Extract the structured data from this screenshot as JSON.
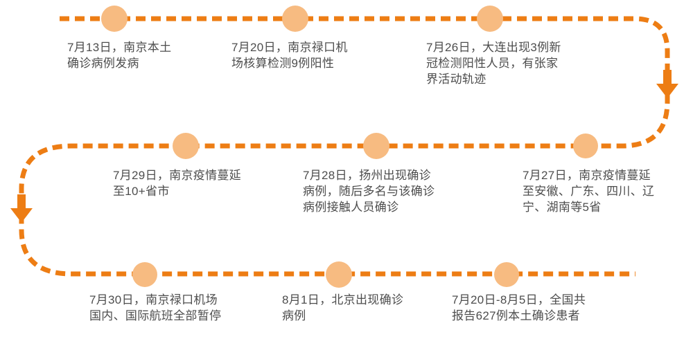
{
  "colors": {
    "line": "#ED7D14",
    "node": "#F7BB81",
    "text": "#4D4D4D",
    "background": "#FFFFFF"
  },
  "timeline": {
    "type": "snake-timeline",
    "events": [
      {
        "text": "7月13日，南京本土\n确诊病例发病"
      },
      {
        "text": "7月20日，南京禄口机\n场核算检测9例阳性"
      },
      {
        "text": "7月26日，大连出现3例新\n冠检测阳性人员，有张家\n界活动轨迹"
      },
      {
        "text": "7月29日，南京疫情蔓延\n至10+省市"
      },
      {
        "text": "7月28日，扬州出现确诊\n病例，随后多名与该确诊\n病例接触人员确诊"
      },
      {
        "text": "7月27日，南京疫情蔓延\n至安徽、广东、四川、辽\n宁、湖南等5省"
      },
      {
        "text": "7月30日，南京禄口机场\n国内、国际航班全部暂停"
      },
      {
        "text": "8月1日，北京出现确诊\n病例"
      },
      {
        "text": "7月20日-8月5日，全国共\n报告627例本土确诊患者"
      }
    ]
  }
}
